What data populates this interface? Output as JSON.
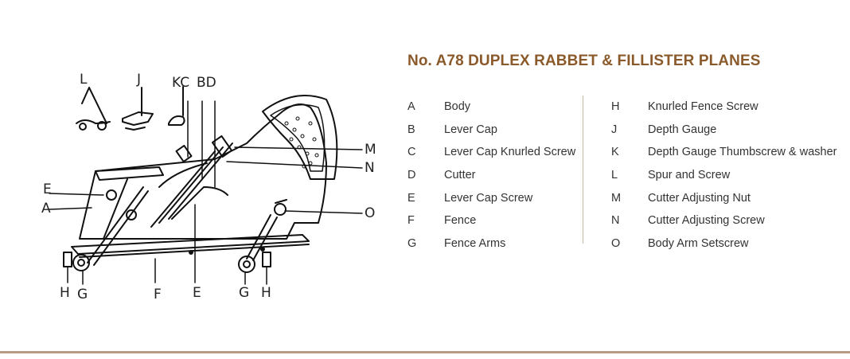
{
  "title": "No. A78 DUPLEX RABBET & FILLISTER PLANES",
  "callouts": {
    "L": "L",
    "J": "J",
    "KC": "KC",
    "BD": "BD",
    "M": "M",
    "N": "N",
    "O": "O",
    "E_left": "E",
    "A": "A",
    "H_left": "H",
    "G_left": "G",
    "F": "F",
    "E_bottom": "E",
    "G_right": "G",
    "H_right": "H"
  },
  "parts_left": [
    {
      "key": "A",
      "name": "Body"
    },
    {
      "key": "B",
      "name": "Lever Cap"
    },
    {
      "key": "C",
      "name": "Lever Cap Knurled Screw"
    },
    {
      "key": "D",
      "name": "Cutter"
    },
    {
      "key": "E",
      "name": "Lever Cap Screw"
    },
    {
      "key": "F",
      "name": "Fence"
    },
    {
      "key": "G",
      "name": "Fence Arms"
    }
  ],
  "parts_right": [
    {
      "key": "H",
      "name": "Knurled Fence Screw"
    },
    {
      "key": "J",
      "name": "Depth Gauge"
    },
    {
      "key": "K",
      "name": "Depth Gauge Thumbscrew & washer"
    },
    {
      "key": "L",
      "name": "Spur and Screw"
    },
    {
      "key": "M",
      "name": "Cutter Adjusting Nut"
    },
    {
      "key": "N",
      "name": "Cutter Adjusting Screw"
    },
    {
      "key": "O",
      "name": "Body Arm Setscrew"
    }
  ],
  "colors": {
    "title": "#8a5a2b",
    "rule": "#b79d84"
  }
}
